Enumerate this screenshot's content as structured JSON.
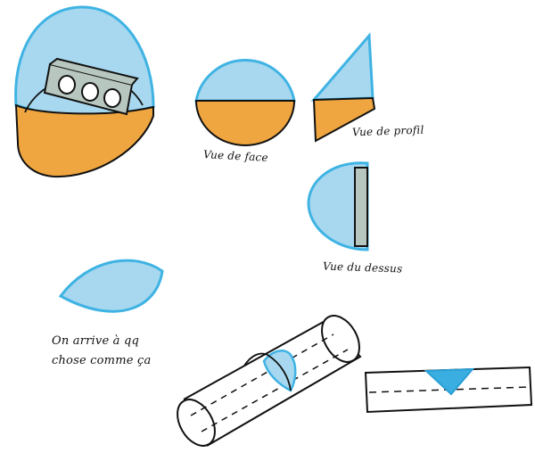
{
  "labels": {
    "face": "Vue de face",
    "profil": "Vue de profil",
    "dessus": "Vue du dessus",
    "note_line1": "On arrive à qq",
    "note_line2": "chose comme ça"
  },
  "colors": {
    "blue_fill": "#a8d8ef",
    "blue_stroke": "#3fb3e3",
    "orange_fill": "#f0a640",
    "grey_fill": "#b7c7bf",
    "ink": "#111111",
    "triangle_fill": "#3aaee0"
  }
}
